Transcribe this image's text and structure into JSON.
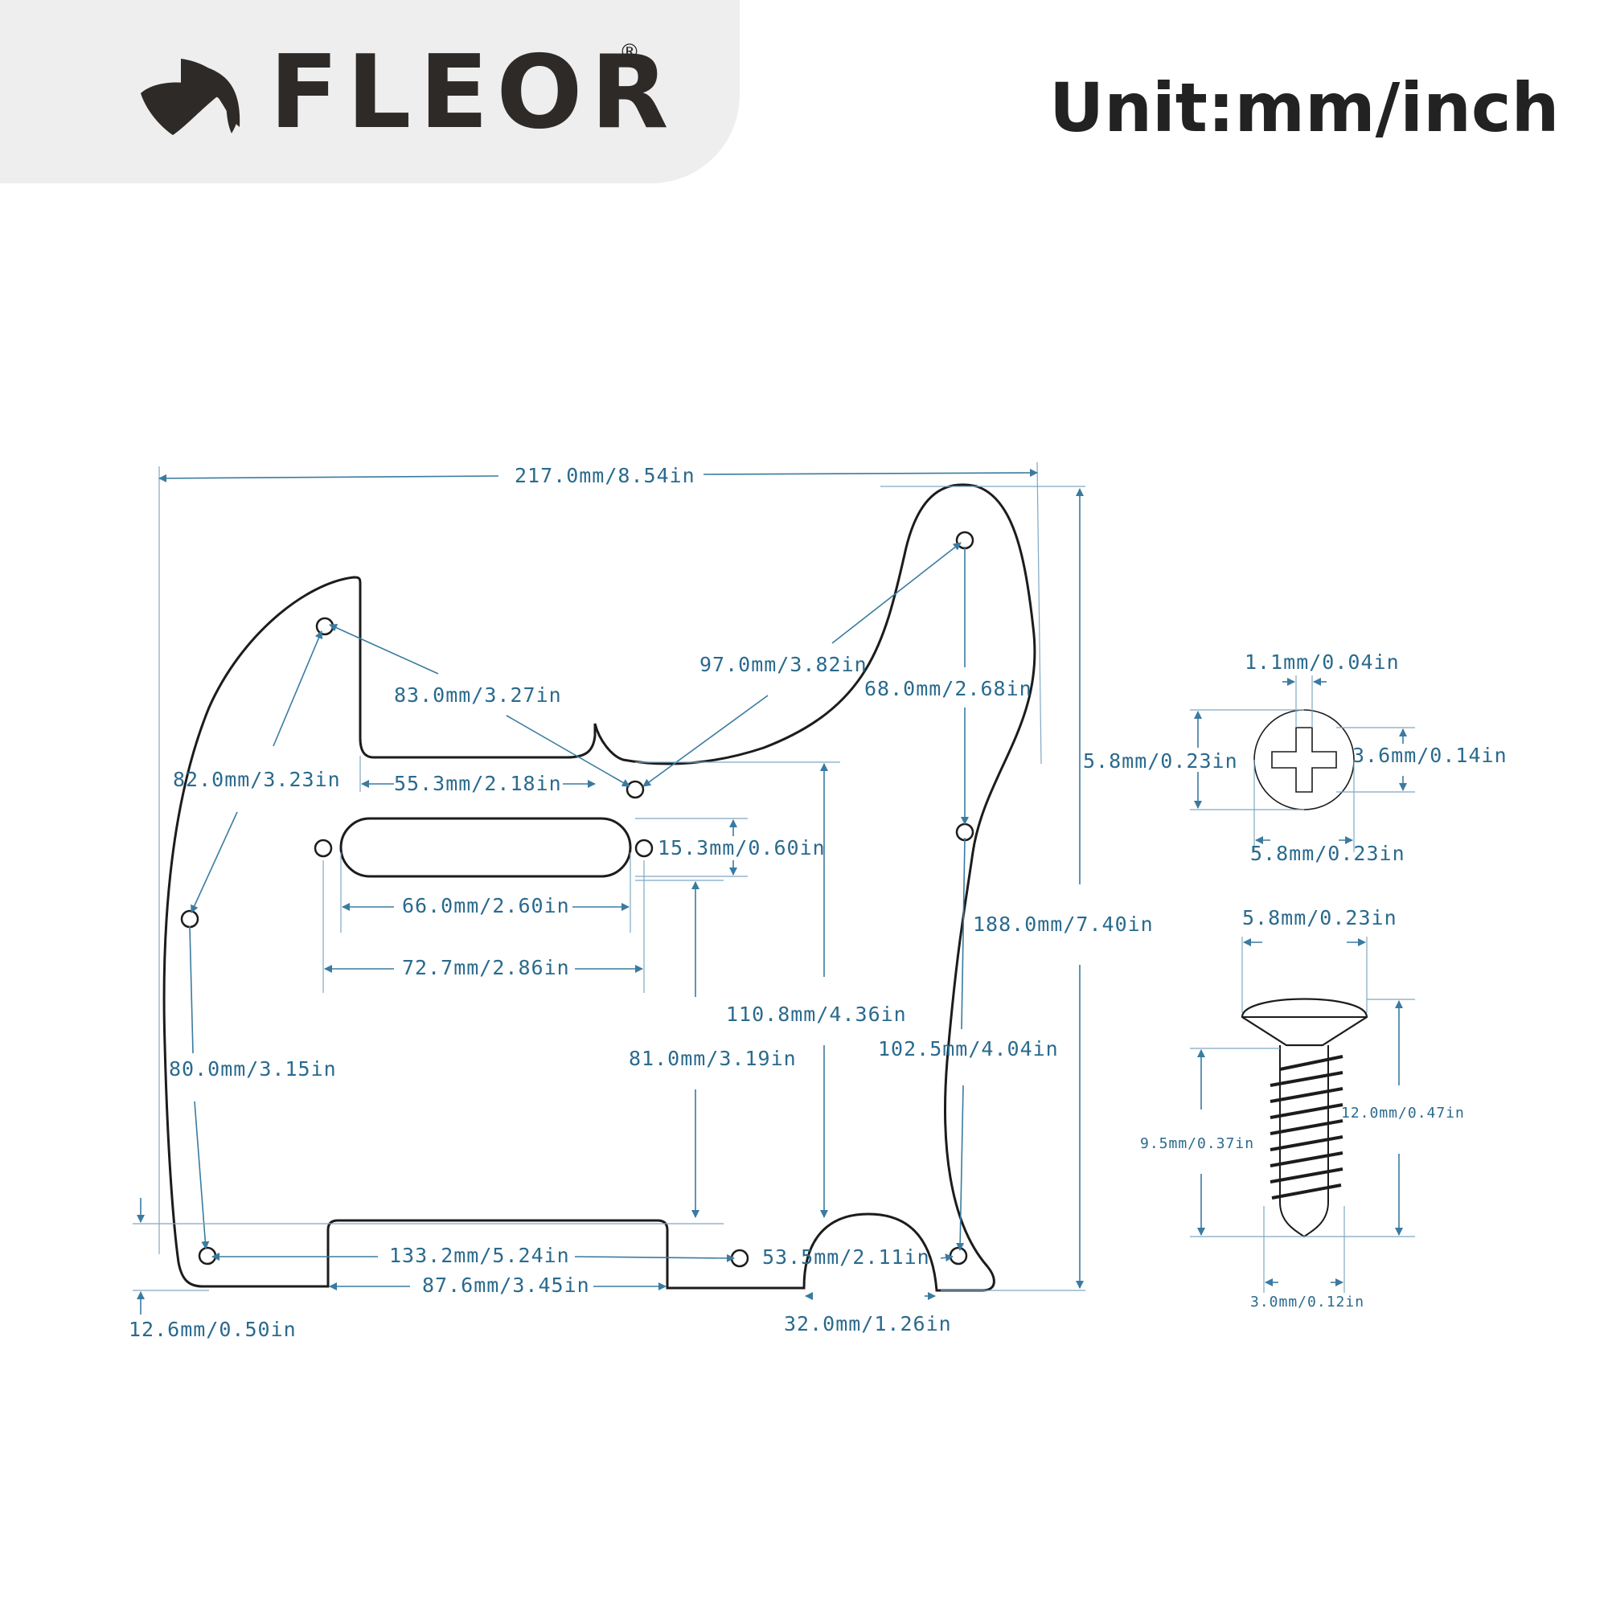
{
  "brand": {
    "name": "FLEOR",
    "reg_mark": "®"
  },
  "unit_label": "Unit:mm/inch",
  "dimensions": {
    "total_width": "217.0mm/8.54in",
    "hole_to_bridge_hole_left": "83.0mm/3.27in",
    "hole_diag_right": "97.0mm/3.82in",
    "right_top_hole_drop": "68.0mm/2.68in",
    "left_hole_spacing_top": "82.0mm/3.23in",
    "neck_cut_width": "55.3mm/2.18in",
    "pickup_height": "15.3mm/0.60in",
    "pickup_slot_length": "66.0mm/2.60in",
    "pickup_hole_span": "72.7mm/2.86in",
    "total_height": "188.0mm/7.40in",
    "center_to_bottom": "110.8mm/4.36in",
    "pickup_to_bottom": "81.0mm/3.19in",
    "right_hole_span": "102.5mm/4.04in",
    "left_hole_span": "80.0mm/3.15in",
    "bottom_hole_span": "133.2mm/5.24in",
    "bottom_hole_right": "53.5mm/2.11in",
    "bottom_cut_width": "87.6mm/3.45in",
    "bottom_margin": "12.6mm/0.50in",
    "jack_cut_width": "32.0mm/1.26in"
  },
  "screw_top": {
    "slot_width": "1.1mm/0.04in",
    "head_diameter_v": "5.8mm/0.23in",
    "slot_length": "3.6mm/0.14in",
    "head_diameter_h": "5.8mm/0.23in"
  },
  "screw_side": {
    "head_width": "5.8mm/0.23in",
    "total_length": "12.0mm/0.47in",
    "thread_length": "9.5mm/0.37in",
    "shank_width": "3.0mm/0.12in"
  },
  "colors": {
    "dimension_text": "#2a6a8e",
    "dimension_line": "#3a7ba0",
    "outline": "#1c1c1c",
    "header_bg": "#eeeeee"
  }
}
